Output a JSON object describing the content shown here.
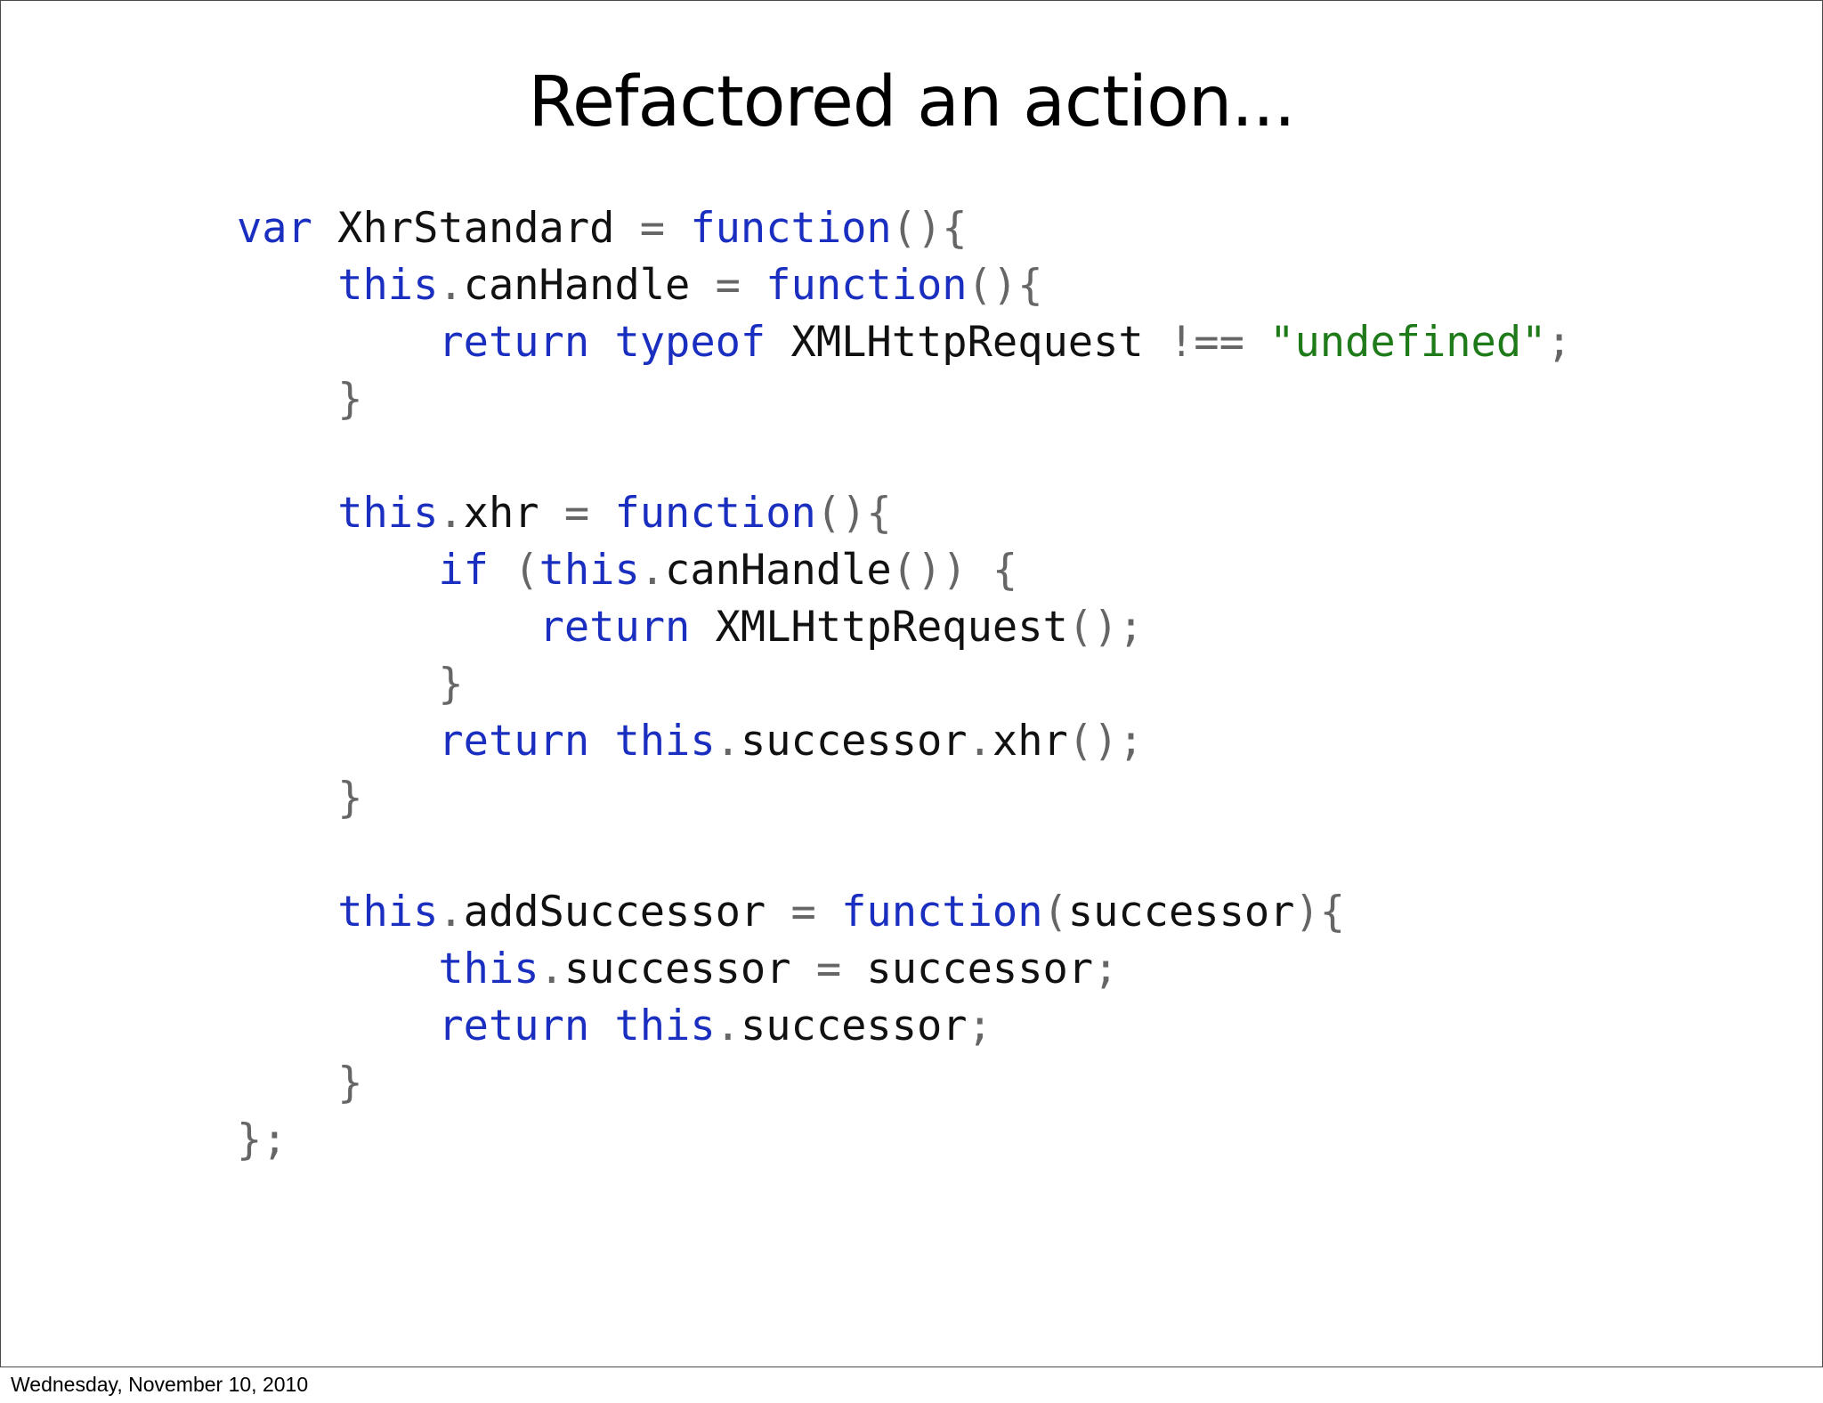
{
  "slide": {
    "title": "Refactored an action...",
    "footer_date": "Wednesday, November 10, 2010"
  },
  "code": {
    "lines": [
      [
        {
          "t": "kw",
          "v": "var"
        },
        {
          "t": "id",
          "v": " XhrStandard "
        },
        {
          "t": "pn",
          "v": "= "
        },
        {
          "t": "kw",
          "v": "function"
        },
        {
          "t": "pn",
          "v": "(){"
        }
      ],
      [
        {
          "t": "id",
          "v": "    "
        },
        {
          "t": "kw",
          "v": "this"
        },
        {
          "t": "pn",
          "v": "."
        },
        {
          "t": "id",
          "v": "canHandle "
        },
        {
          "t": "pn",
          "v": "= "
        },
        {
          "t": "kw",
          "v": "function"
        },
        {
          "t": "pn",
          "v": "(){"
        }
      ],
      [
        {
          "t": "id",
          "v": "        "
        },
        {
          "t": "kw",
          "v": "return"
        },
        {
          "t": "id",
          "v": " "
        },
        {
          "t": "kw",
          "v": "typeof"
        },
        {
          "t": "id",
          "v": " XMLHttpRequest "
        },
        {
          "t": "pn",
          "v": "!== "
        },
        {
          "t": "str",
          "v": "\"undefined\""
        },
        {
          "t": "pn",
          "v": ";"
        }
      ],
      [
        {
          "t": "id",
          "v": "    "
        },
        {
          "t": "pn",
          "v": "}"
        }
      ],
      [],
      [
        {
          "t": "id",
          "v": "    "
        },
        {
          "t": "kw",
          "v": "this"
        },
        {
          "t": "pn",
          "v": "."
        },
        {
          "t": "id",
          "v": "xhr "
        },
        {
          "t": "pn",
          "v": "= "
        },
        {
          "t": "kw",
          "v": "function"
        },
        {
          "t": "pn",
          "v": "(){"
        }
      ],
      [
        {
          "t": "id",
          "v": "        "
        },
        {
          "t": "kw",
          "v": "if"
        },
        {
          "t": "id",
          "v": " "
        },
        {
          "t": "pn",
          "v": "("
        },
        {
          "t": "kw",
          "v": "this"
        },
        {
          "t": "pn",
          "v": "."
        },
        {
          "t": "id",
          "v": "canHandle"
        },
        {
          "t": "pn",
          "v": "()) {"
        }
      ],
      [
        {
          "t": "id",
          "v": "            "
        },
        {
          "t": "kw",
          "v": "return"
        },
        {
          "t": "id",
          "v": " XMLHttpRequest"
        },
        {
          "t": "pn",
          "v": "();"
        }
      ],
      [
        {
          "t": "id",
          "v": "        "
        },
        {
          "t": "pn",
          "v": "}"
        }
      ],
      [
        {
          "t": "id",
          "v": "        "
        },
        {
          "t": "kw",
          "v": "return"
        },
        {
          "t": "id",
          "v": " "
        },
        {
          "t": "kw",
          "v": "this"
        },
        {
          "t": "pn",
          "v": "."
        },
        {
          "t": "id",
          "v": "successor"
        },
        {
          "t": "pn",
          "v": "."
        },
        {
          "t": "id",
          "v": "xhr"
        },
        {
          "t": "pn",
          "v": "();"
        }
      ],
      [
        {
          "t": "id",
          "v": "    "
        },
        {
          "t": "pn",
          "v": "}"
        }
      ],
      [],
      [
        {
          "t": "id",
          "v": "    "
        },
        {
          "t": "kw",
          "v": "this"
        },
        {
          "t": "pn",
          "v": "."
        },
        {
          "t": "id",
          "v": "addSuccessor "
        },
        {
          "t": "pn",
          "v": "= "
        },
        {
          "t": "kw",
          "v": "function"
        },
        {
          "t": "pn",
          "v": "("
        },
        {
          "t": "id",
          "v": "successor"
        },
        {
          "t": "pn",
          "v": "){"
        }
      ],
      [
        {
          "t": "id",
          "v": "        "
        },
        {
          "t": "kw",
          "v": "this"
        },
        {
          "t": "pn",
          "v": "."
        },
        {
          "t": "id",
          "v": "successor "
        },
        {
          "t": "pn",
          "v": "= "
        },
        {
          "t": "id",
          "v": "successor"
        },
        {
          "t": "pn",
          "v": ";"
        }
      ],
      [
        {
          "t": "id",
          "v": "        "
        },
        {
          "t": "kw",
          "v": "return"
        },
        {
          "t": "id",
          "v": " "
        },
        {
          "t": "kw",
          "v": "this"
        },
        {
          "t": "pn",
          "v": "."
        },
        {
          "t": "id",
          "v": "successor"
        },
        {
          "t": "pn",
          "v": ";"
        }
      ],
      [
        {
          "t": "id",
          "v": "    "
        },
        {
          "t": "pn",
          "v": "}"
        }
      ],
      [
        {
          "t": "pn",
          "v": "};"
        }
      ]
    ]
  },
  "colors": {
    "keyword": "#1a2fc0",
    "identifier": "#111111",
    "punctuation": "#666666",
    "string": "#1f7a1a",
    "background": "#ffffff"
  }
}
